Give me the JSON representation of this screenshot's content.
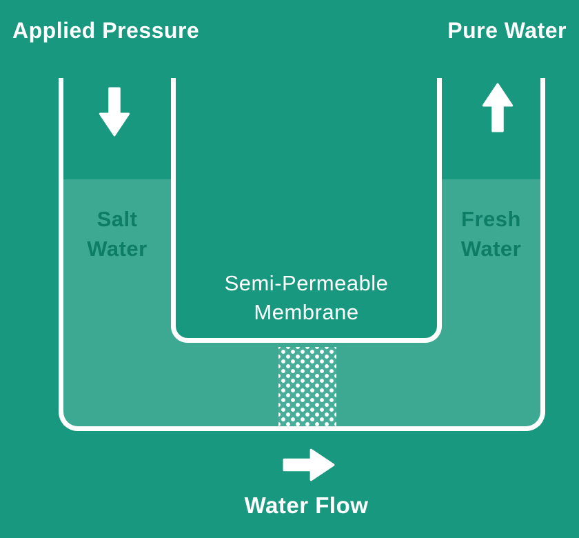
{
  "colors": {
    "background": "#18997f",
    "fill": "rgba(255,255,255,0.16)",
    "outline": "#ffffff",
    "chamber_text": "#0d7d66",
    "arrow": "#ffffff"
  },
  "labels": {
    "applied_pressure": "Applied Pressure",
    "pure_water": "Pure Water",
    "salt_water": {
      "line1": "Salt",
      "line2": "Water"
    },
    "fresh_water": {
      "line1": "Fresh",
      "line2": "Water"
    },
    "membrane": {
      "line1": "Semi-Permeable",
      "line2": "Membrane"
    },
    "water_flow": "Water Flow"
  },
  "icons": {
    "left_chamber": "down-arrow-icon",
    "right_chamber": "up-arrow-icon",
    "bottom": "right-arrow-icon"
  }
}
